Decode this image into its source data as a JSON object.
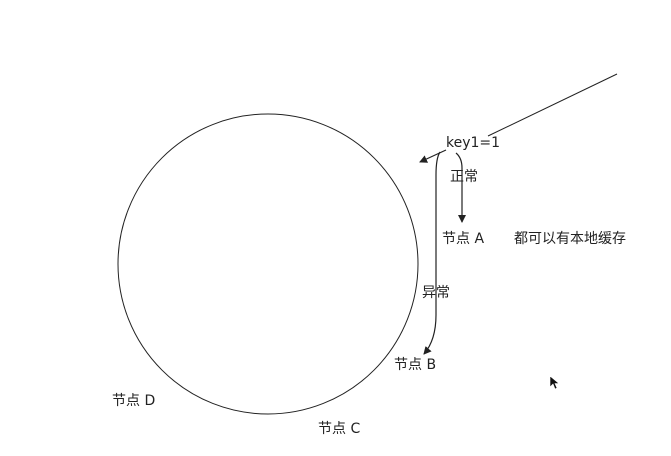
{
  "diagram": {
    "key_label": "key1=1",
    "normal_label": "正常",
    "abnormal_label": "异常",
    "cache_note": "都可以有本地缓存",
    "nodes": {
      "a": "节点 A",
      "b": "节点 B",
      "c": "节点 C",
      "d": "节点 D"
    }
  },
  "colors": {
    "line": "#222222",
    "background": "#ffffff"
  },
  "icons": {
    "cursor": "mouse-pointer-icon"
  }
}
